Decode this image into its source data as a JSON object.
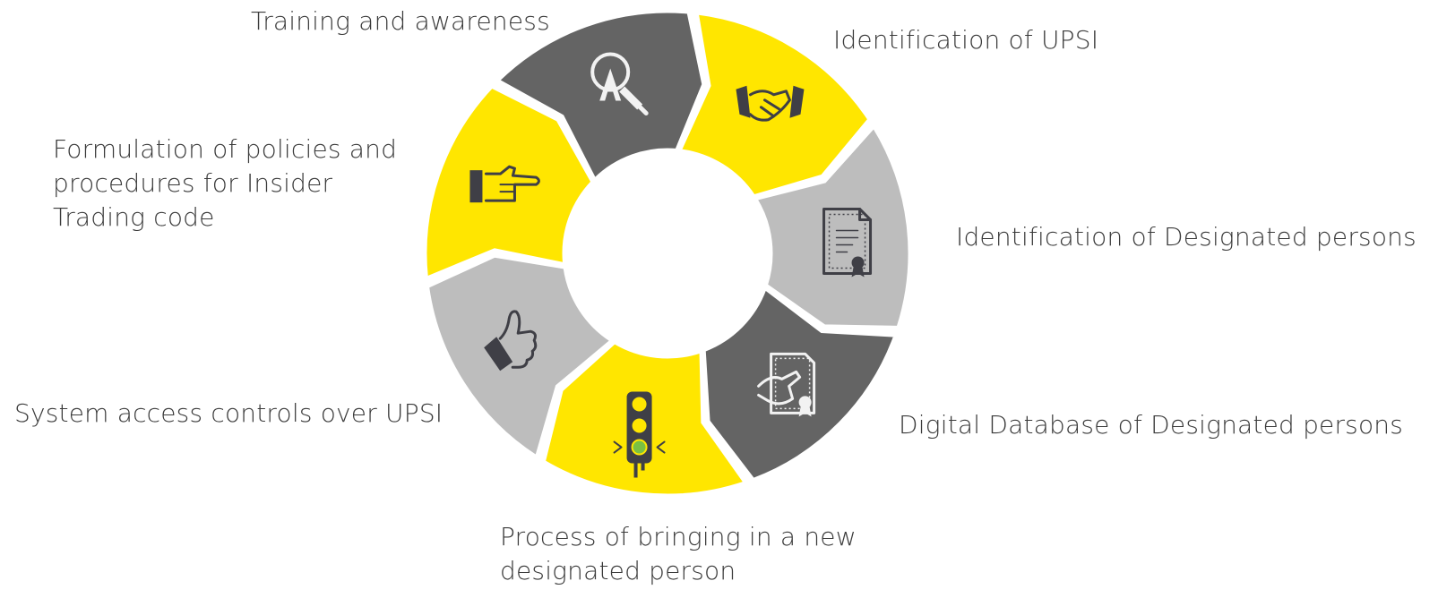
{
  "diagram": {
    "colors": {
      "yellow": "#FFE600",
      "dark": "#646464",
      "light": "#BDBDBD",
      "icon_dark": "#3f3f46",
      "icon_light": "#f2f2f2"
    },
    "steps": [
      {
        "lines": [
          "Identification of UPSI"
        ],
        "color": "yellow",
        "icon": "handshake-icon"
      },
      {
        "lines": [
          "Identification of Designated persons"
        ],
        "color": "light",
        "icon": "certificate-document-icon"
      },
      {
        "lines": [
          "Digital Database of Designated persons"
        ],
        "color": "dark",
        "icon": "signing-document-icon"
      },
      {
        "lines": [
          "Process of bringing in a new",
          "designated person"
        ],
        "color": "yellow",
        "icon": "traffic-light-icon"
      },
      {
        "lines": [
          "System access controls over UPSI"
        ],
        "color": "light",
        "icon": "thumbs-up-icon"
      },
      {
        "lines": [
          "Formulation of policies and",
          "procedures for Insider",
          "Trading code"
        ],
        "color": "yellow",
        "icon": "pointing-hand-icon"
      },
      {
        "lines": [
          "Training and awareness"
        ],
        "color": "dark",
        "icon": "magnifier-learning-icon"
      }
    ]
  }
}
